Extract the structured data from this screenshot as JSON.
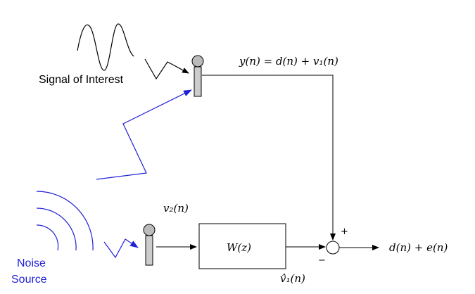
{
  "labels": {
    "signal_of_interest": "Signal of Interest",
    "noise_line1": "Noise",
    "noise_line2": "Source",
    "y_equation": "y(n) = d(n) + v₁(n)",
    "v2": "v₂(n)",
    "filter": "W(z)",
    "v1_hat": "v̂₁(n)",
    "output": "d(n) + e(n)",
    "plus": "+",
    "minus": "−"
  },
  "colors": {
    "signal_path": "#000000",
    "noise_path": "#1f1fd6",
    "microphone_body": "#cccccc",
    "microphone_head": "#bbbbbb"
  },
  "icons": {
    "primary_sensor": "microphone-icon",
    "reference_sensor": "microphone-icon",
    "summing_junction": "circle-summer"
  }
}
